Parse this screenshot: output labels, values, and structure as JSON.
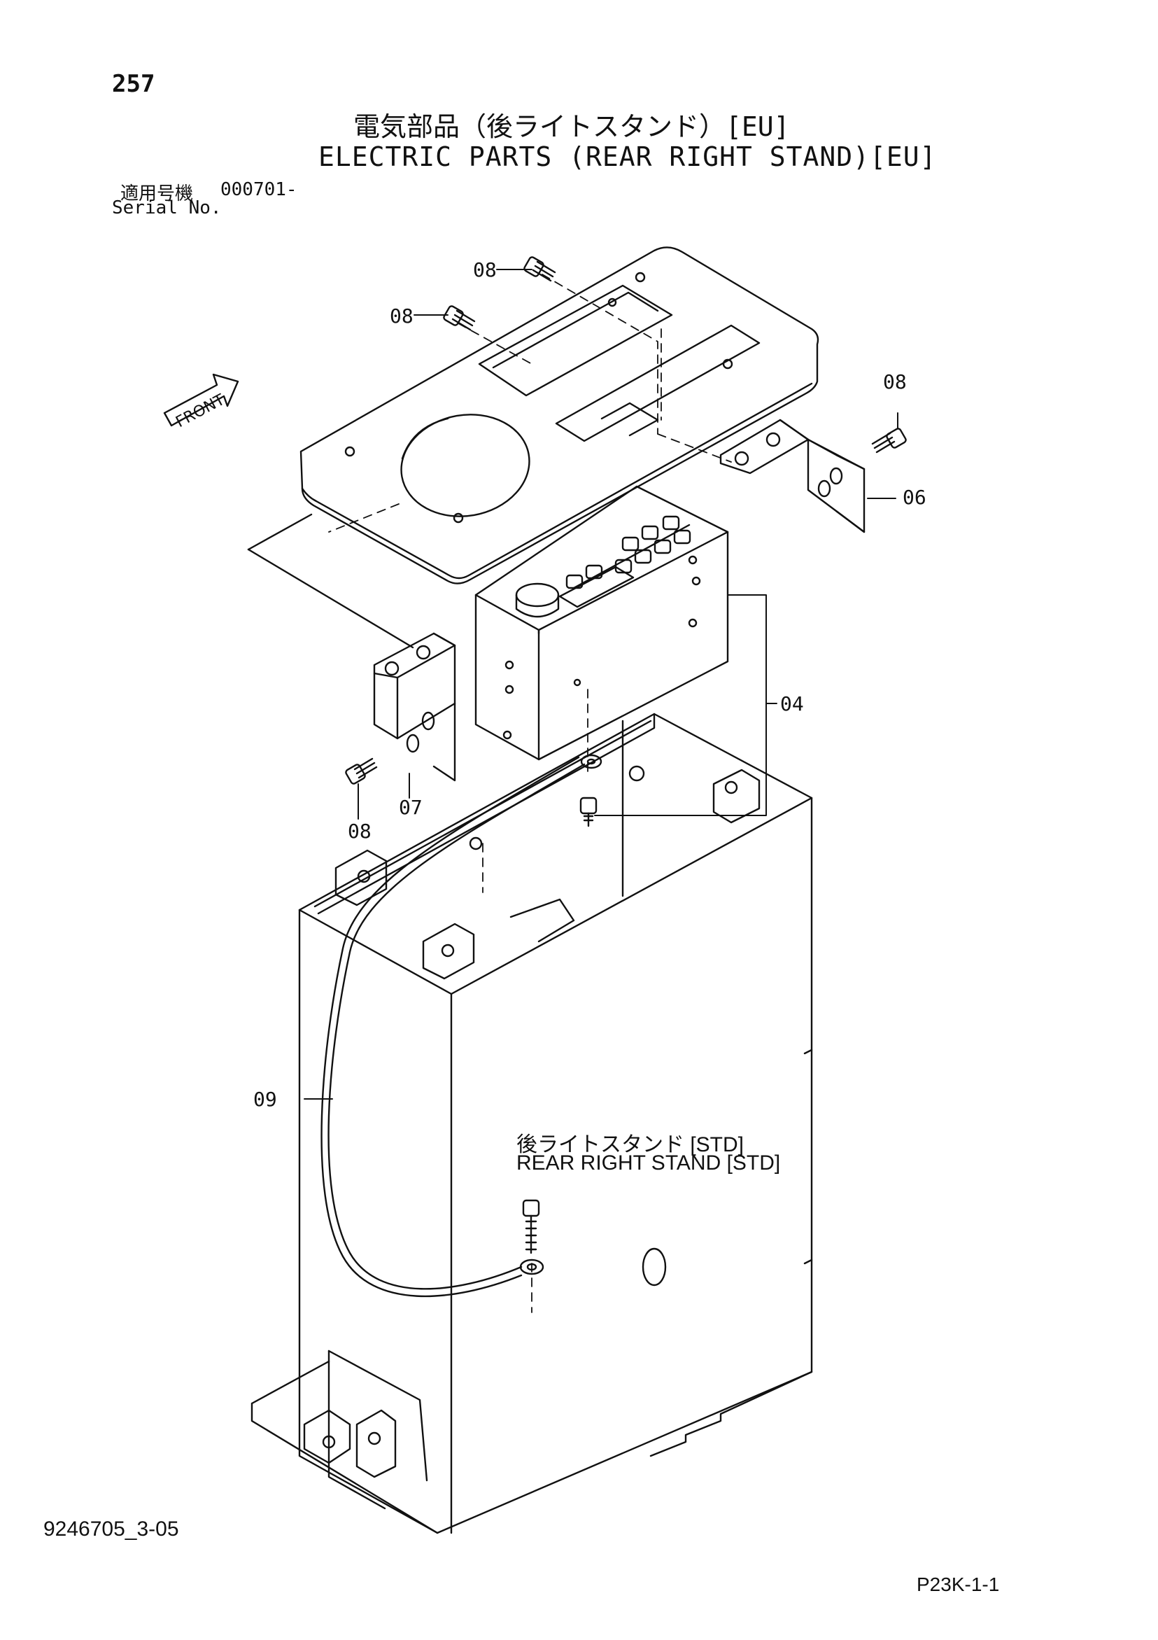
{
  "header": {
    "page_number": "257",
    "title_jp": "電気部品（後ライトスタンド）[EU]",
    "title_en": "ELECTRIC PARTS (REAR RIGHT STAND)[EU]",
    "serial_label_jp": "適用号機",
    "serial_value": "000701-",
    "serial_label_en": "Serial No."
  },
  "diagram": {
    "front_marker": "FRONT",
    "callouts": [
      {
        "label": "08"
      },
      {
        "label": "08"
      },
      {
        "label": "08"
      },
      {
        "label": "06"
      },
      {
        "label": "04"
      },
      {
        "label": "07"
      },
      {
        "label": "08"
      },
      {
        "label": "09"
      }
    ],
    "stand_label_jp": "後ライトスタンド [STD]",
    "stand_label_en": "REAR RIGHT STAND [STD]"
  },
  "footer": {
    "drawing_id": "9246705_3-05",
    "sheet_id": "P23K-1-1"
  }
}
